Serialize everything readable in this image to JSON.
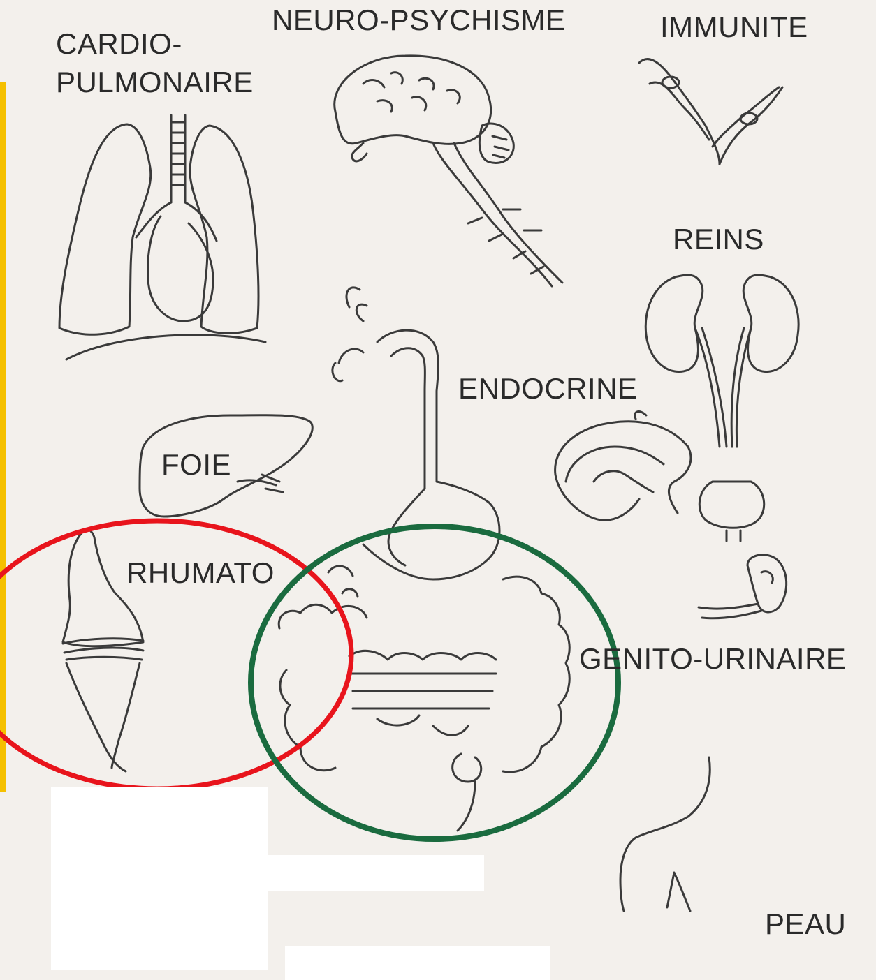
{
  "labels": {
    "cardio_line1": "CARDIO-",
    "cardio_line2": "PULMONAIRE",
    "neuro": "NEURO-PSYCHISME",
    "immunite": "IMMUNITE",
    "reins": "REINS",
    "endocrine": "ENDOCRINE",
    "foie": "FOIE",
    "rhumato": "RHUMATO",
    "genito": "GENITO-URINAIRE",
    "peau": "PEAU"
  },
  "colors": {
    "accent_bar": "#f5c000",
    "red_circle": "#e8141c",
    "green_circle": "#1a6b3f",
    "sketch_line": "#3a3a3a",
    "paper": "#f3f0ec"
  },
  "icons": {
    "lungs": "lungs-icon",
    "brain": "brain-icon",
    "lymph": "lymph-vessel-icon",
    "kidneys": "kidneys-icon",
    "stomach": "esophagus-stomach-icon",
    "pancreas": "pancreas-icon",
    "liver": "liver-icon",
    "joint": "knee-joint-icon",
    "intestines": "intestines-icon",
    "uterus": "uterus-icon",
    "skin": "skin-icon"
  }
}
